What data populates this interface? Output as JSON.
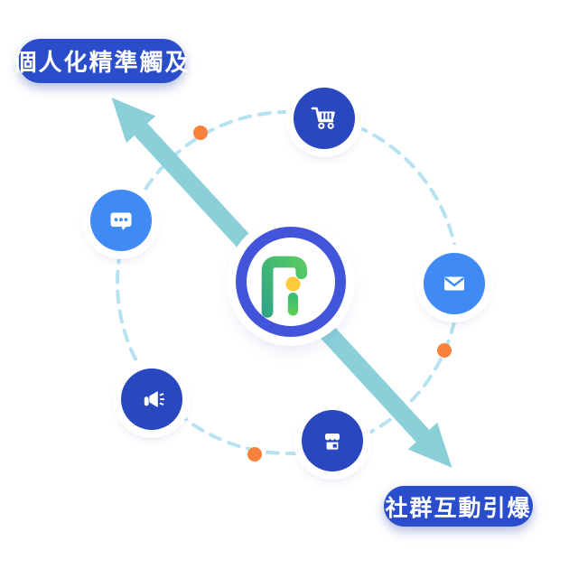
{
  "diagram": {
    "title_labels": {
      "top_left": "個人化精準觸及",
      "bottom_right": "社群互動引爆"
    },
    "center_logo": {
      "name": "fi-brand-logo",
      "shapes": [
        "green-f-hook",
        "yellow-dot",
        "green-i-bar"
      ]
    },
    "orbit_icons": [
      {
        "name": "shopping-cart",
        "circle_style": "dark"
      },
      {
        "name": "chat-bubble",
        "circle_style": "light"
      },
      {
        "name": "envelope",
        "circle_style": "light"
      },
      {
        "name": "megaphone",
        "circle_style": "dark"
      },
      {
        "name": "storefront",
        "circle_style": "dark"
      }
    ],
    "orbit": {
      "type": "dashed-circle",
      "accent_dots": 3
    },
    "arrow": {
      "type": "double-headed",
      "direction": "bottom-right-to-top-left"
    },
    "colors": {
      "label_bg": "#2a4ecb",
      "dark_circle": "#2948c0",
      "light_circle": "#3f8af5",
      "arrow_teal": "#8bd0d9",
      "dashed_circle": "#b6e2f1",
      "orange_dot": "#f8813c",
      "ring_blue": "#4254da",
      "ring_purple": "#7b74ec",
      "logo_green_dark": "#2b9f8b",
      "logo_green_light": "#86da5e",
      "logo_yellow": "#fec93a",
      "background": "#ffffff"
    }
  }
}
